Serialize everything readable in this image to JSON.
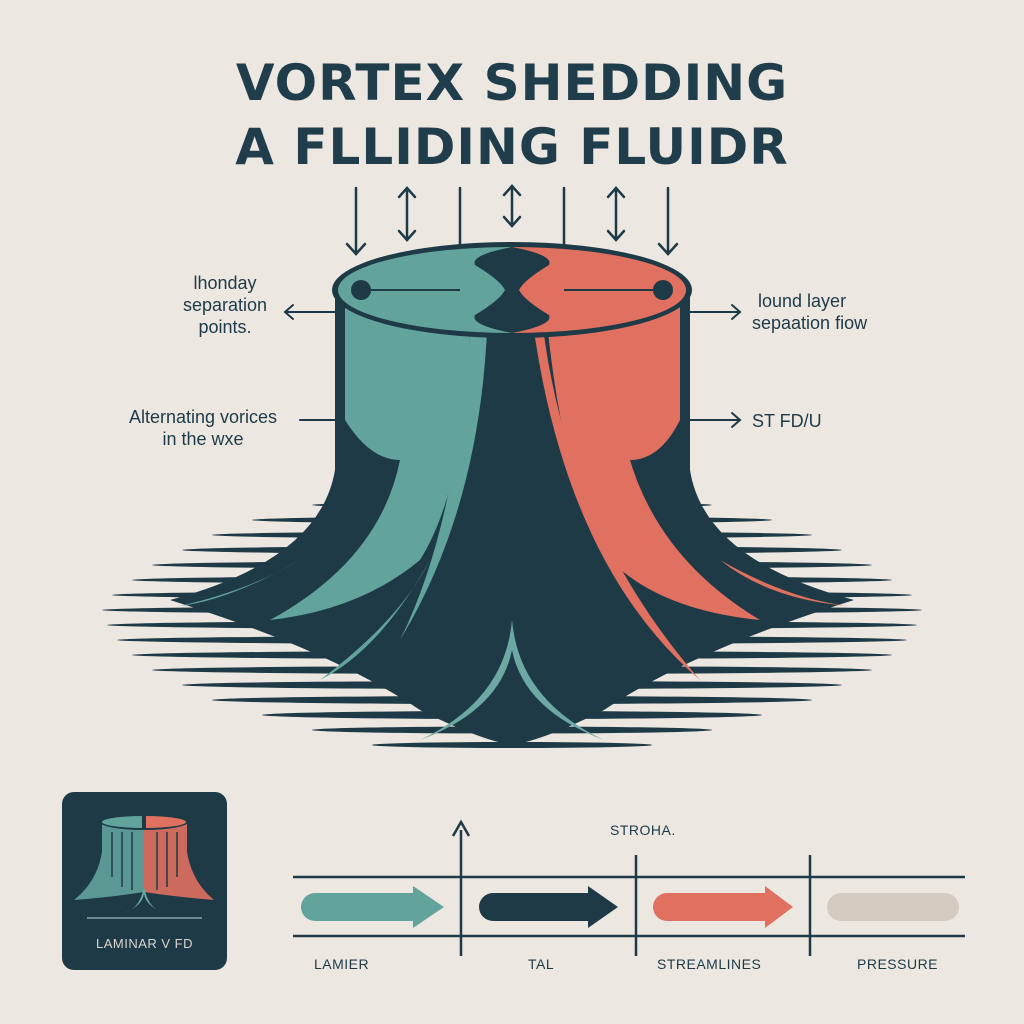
{
  "title": {
    "line1": "VORTEX SHEDDING",
    "line2": "A FLLIDING FLUIDR"
  },
  "colors": {
    "background": "#ece8e1",
    "navy": "#1e3a47",
    "teal": "#62a39b",
    "coral": "#e07060",
    "gray": "#d3cbc0"
  },
  "annotations": {
    "left_top": [
      "lhonday",
      "separation",
      "points."
    ],
    "left_bottom": [
      "Alternating vorices",
      "in the wxe"
    ],
    "right_top": [
      "lound layer",
      "sepaation fiow"
    ],
    "right_bottom": "ST FD/U"
  },
  "icons": {
    "flow_arrows": [
      "down-arrow",
      "double-arrow",
      "line",
      "double-arrow",
      "line",
      "double-arrow",
      "down-arrow"
    ]
  },
  "inset": {
    "label": "LAMINAR V FD"
  },
  "legend": {
    "axis_label": "STROHA.",
    "items": [
      {
        "label": "LAMIER",
        "color": "#62a39b",
        "shape": "arrow"
      },
      {
        "label": "TAL",
        "color": "#1e3a47",
        "shape": "arrow"
      },
      {
        "label": "STREAMLINES",
        "color": "#e07060",
        "shape": "arrow"
      },
      {
        "label": "PRESSURE",
        "color": "#d3cbc0",
        "shape": "bar"
      }
    ]
  }
}
